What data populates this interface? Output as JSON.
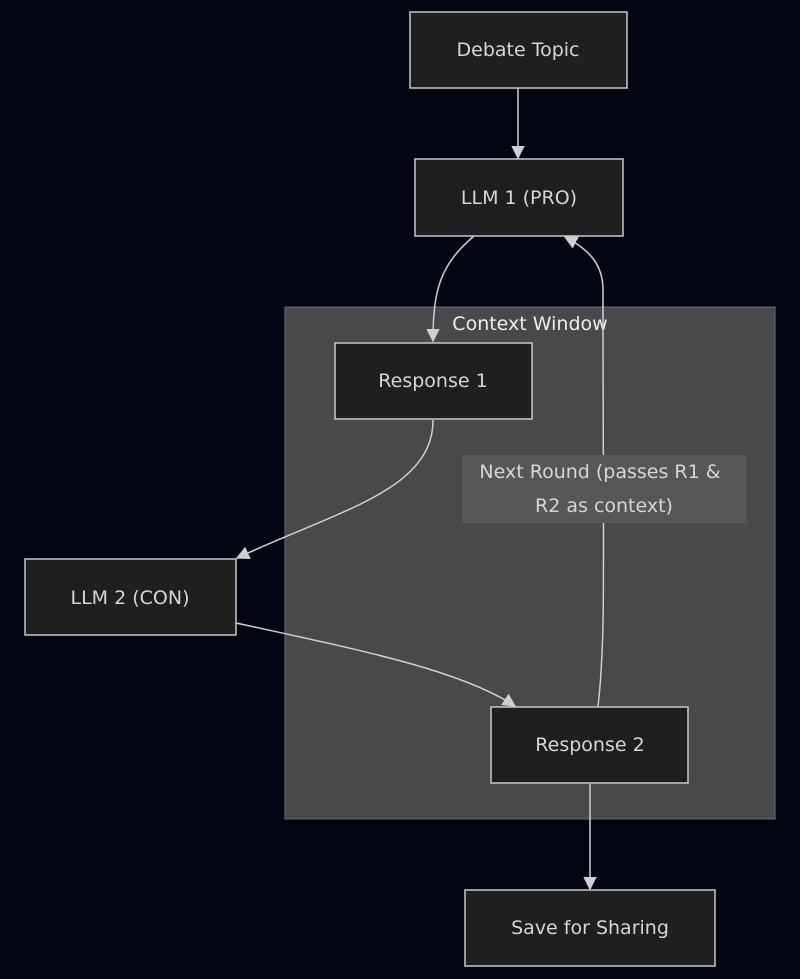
{
  "diagram": {
    "type": "flowchart",
    "cluster": {
      "label": "Context Window"
    },
    "nodes": {
      "topic": "Debate Topic",
      "llm1": "LLM 1 (PRO)",
      "response1": "Response 1",
      "llm2": "LLM 2 (CON)",
      "response2": "Response 2",
      "save": "Save for Sharing"
    },
    "edges": [
      {
        "from": "Debate Topic",
        "to": "LLM 1 (PRO)"
      },
      {
        "from": "LLM 1 (PRO)",
        "to": "Response 1"
      },
      {
        "from": "Response 1",
        "to": "LLM 2 (CON)"
      },
      {
        "from": "LLM 2 (CON)",
        "to": "Response 2"
      },
      {
        "from": "Response 2",
        "to": "LLM 1 (PRO)",
        "label_line1": "Next Round (passes R1 &",
        "label_line2": "R2 as context)"
      },
      {
        "from": "Response 2",
        "to": "Save for Sharing"
      }
    ],
    "edge_label": {
      "line1": "Next Round (passes R1 &",
      "line2": "R2 as context)"
    }
  }
}
